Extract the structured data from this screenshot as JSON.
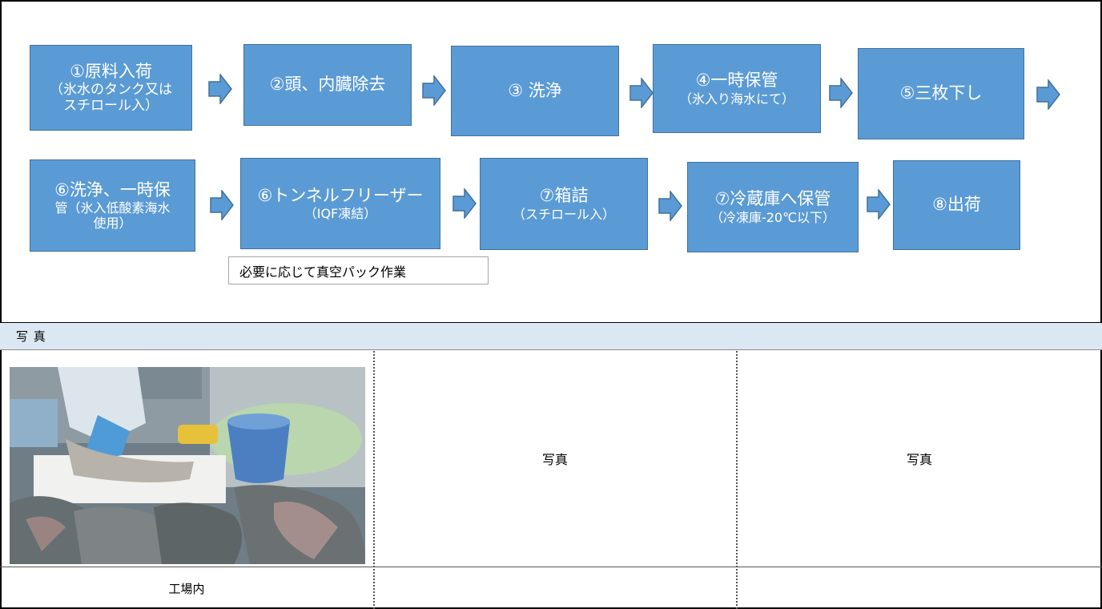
{
  "flow": {
    "steps": [
      {
        "main": "①原料入荷",
        "sub": "（氷水のタンク又は\nスチロール入）"
      },
      {
        "main": "②頭、内臓除去",
        "sub": ""
      },
      {
        "main": "③ 洗浄",
        "sub": ""
      },
      {
        "main": "④一時保管",
        "sub": "（氷入り海水にて）"
      },
      {
        "main": "⑤三枚下し",
        "sub": ""
      },
      {
        "main": "⑥洗浄、一時保",
        "sub": "管（氷入低酸素海水\n使用）"
      },
      {
        "main": "⑥トンネルフリーザー",
        "sub": "（IQF凍結）"
      },
      {
        "main": "⑦箱詰",
        "sub": "（スチロール入）"
      },
      {
        "main": "⑦冷蔵庫へ保管",
        "sub": "（冷凍庫-20℃以下）"
      },
      {
        "main": "⑧出荷",
        "sub": ""
      }
    ],
    "note": "必要に応じて真空パック作業"
  },
  "photos": {
    "section_title": "写 真",
    "cells": [
      {
        "label": "",
        "caption": "工場内"
      },
      {
        "label": "写真",
        "caption": ""
      },
      {
        "label": "写真",
        "caption": ""
      }
    ]
  },
  "colors": {
    "box_fill": "#5b9bd5",
    "box_border": "#41719c",
    "band_fill": "#dbe7f3"
  }
}
